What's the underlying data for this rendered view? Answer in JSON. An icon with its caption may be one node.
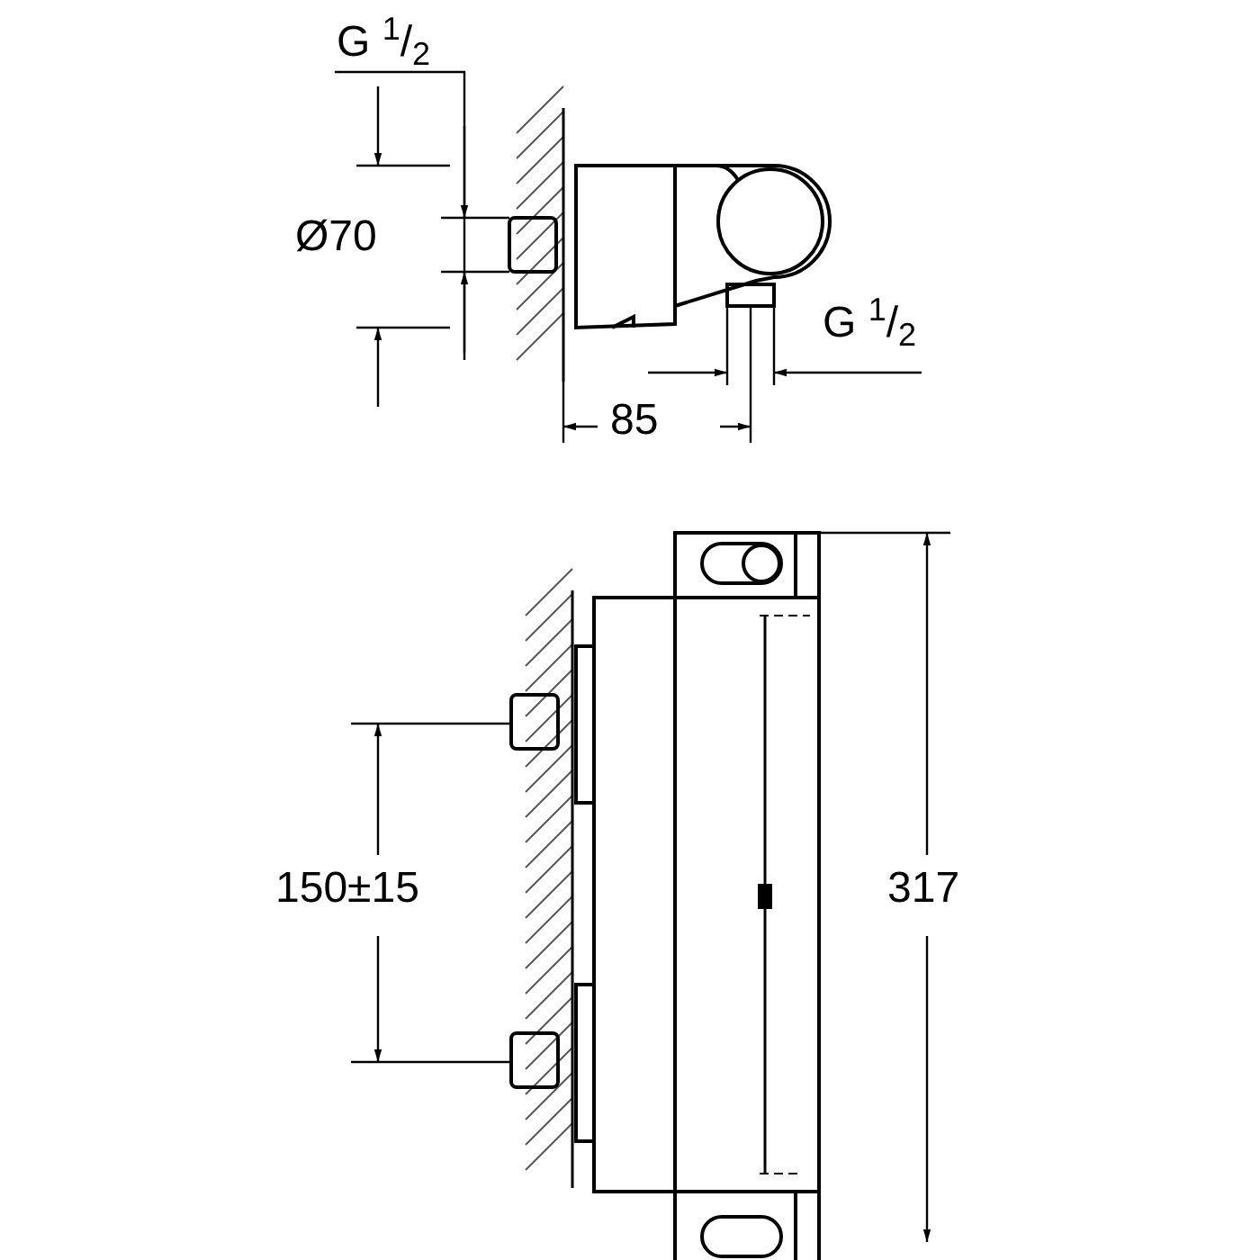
{
  "diagram": {
    "labels": [
      "G $^{1}$/$_{2}$",
      "Ø70",
      "85",
      "G $^{1}$/$_{2}$",
      "150±15",
      "317"
    ]
  }
}
